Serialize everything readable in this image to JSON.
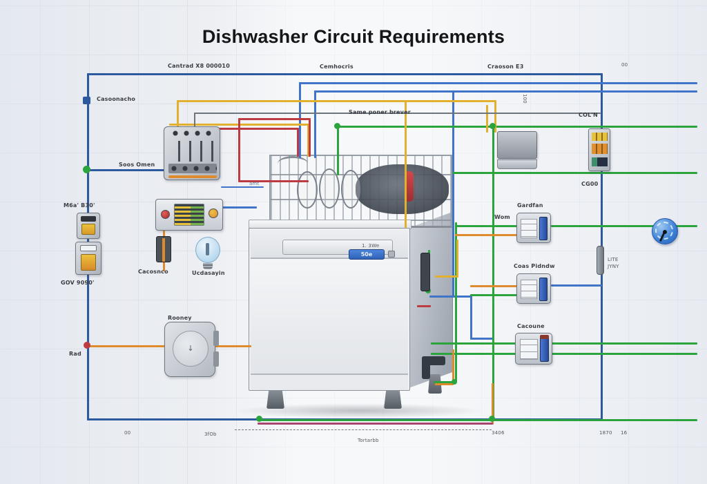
{
  "header": {
    "title": "Dishwasher Circuit Requirements",
    "top_left": "Cantrad X8 000010",
    "top_center": "Cemhocris",
    "top_right": "Craoson E3",
    "top_corner": "00"
  },
  "left": {
    "node_label": "Casoonacho",
    "branch_label": "Soos Omen",
    "breaker_top_label": "M6a' B30'",
    "breaker_bottom_label": "GOV 9090'",
    "rad_label": "Rad",
    "connector_label": "Cacosnco",
    "bulb_label": "Ucdasayin",
    "wallplate_label": "Rooney"
  },
  "center": {
    "breaker_note": "Same poner brever",
    "amt_label": "amt",
    "display_note": "1. 3We",
    "display_value": "50e"
  },
  "right": {
    "riser_label": "100",
    "panel_top_label": "COL'N",
    "panel_bottom_label": "CG00",
    "box1_side_label": "Wom",
    "box1_label": "Gardfan",
    "box2_label": "Coas Pidndw",
    "box3_label": "Cacoune",
    "fuse_label_1": "LITE",
    "fuse_label_2": "JYNY"
  },
  "bottom": {
    "tick_1": "00",
    "tick_2": "3fOb",
    "tick_3": "Tortarbb",
    "tick_4": "3406",
    "tick_5": "1870",
    "tick_6": "16"
  },
  "colors": {
    "blue": "#2d5a9e",
    "blue2": "#3f74c8",
    "green": "#2ba43e",
    "yellow": "#e0b02e",
    "orange": "#e08a2e",
    "red": "#bc3a40",
    "magenta": "#a8456f",
    "gray_wire": "#6e747c",
    "title": "#141618",
    "bg": "#edeff3",
    "grid": "#dde2ea"
  }
}
